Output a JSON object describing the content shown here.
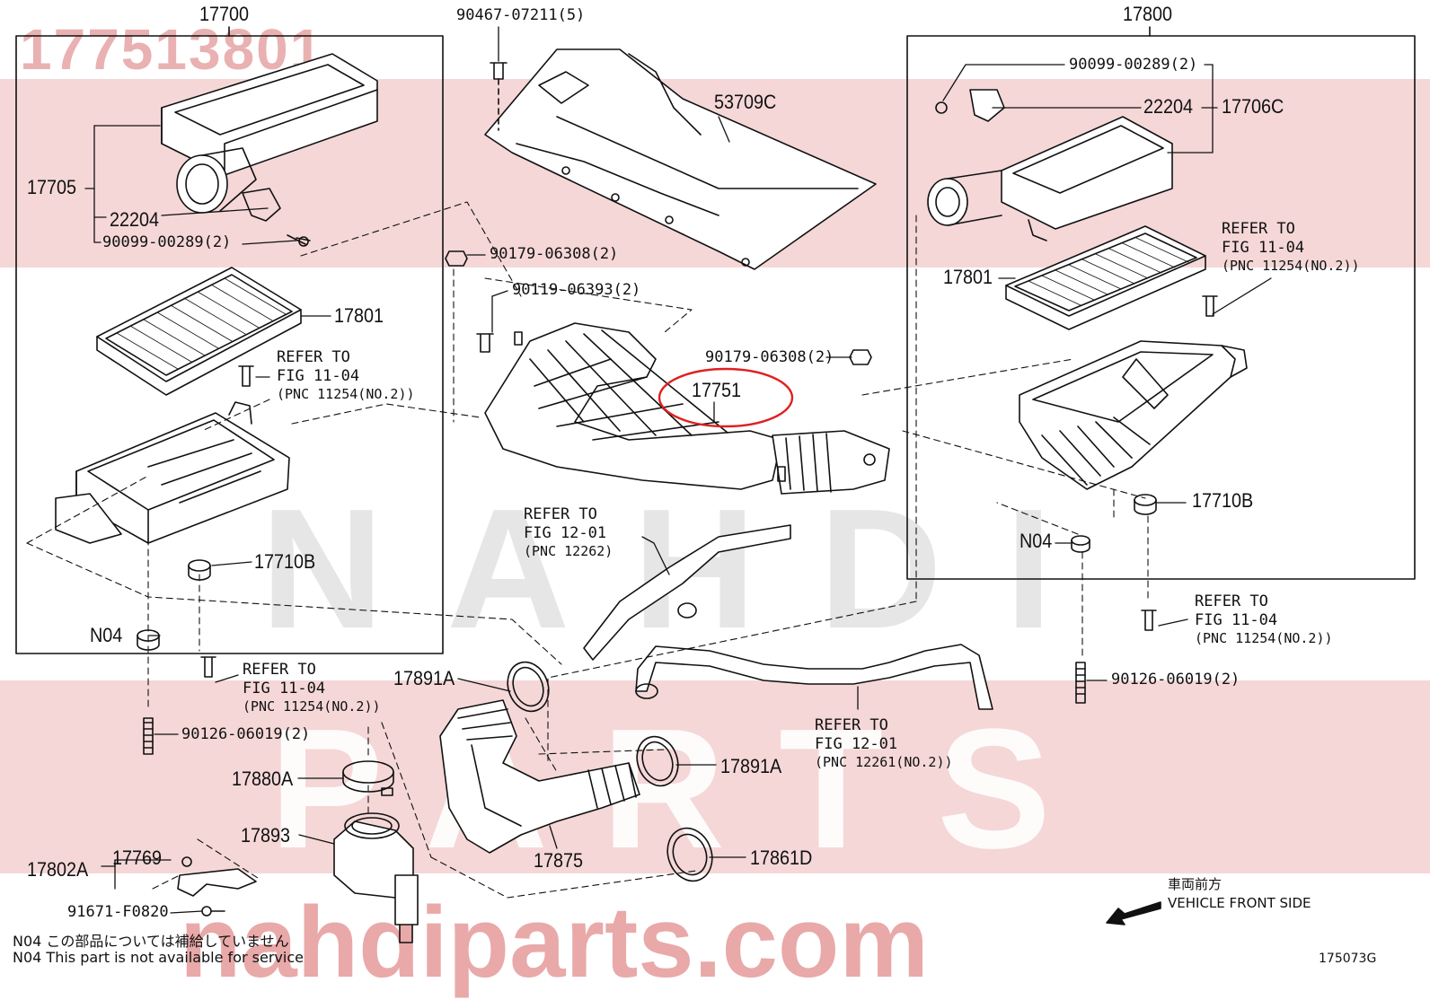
{
  "watermark": {
    "part_number": "177513801",
    "brand_line1": "NAHDI",
    "brand_line2": "PARTS",
    "site": "nahdiparts.com",
    "color": "#e9b1b1"
  },
  "groups": {
    "left": "17700",
    "right": "17800"
  },
  "labels": {
    "p90467": "90467-07211(5)",
    "p53709c": "53709C",
    "p17705": "17705",
    "p22204_left": "22204",
    "p90099_left": "90099-00289(2)",
    "p90179_a": "90179-06308(2)",
    "p90119": "90119-06393(2)",
    "p90179_b": "90179-06308(2)",
    "p17801_left": "17801",
    "p17751": "17751",
    "p90099_right": "90099-00289(2)",
    "p22204_right": "22204",
    "p17706c": "17706C",
    "p17801_right": "17801",
    "p17710b_left": "17710B",
    "p17710b_right": "17710B",
    "p_n04_left": "N04",
    "p_n04_right": "N04",
    "p90126_left": "90126-06019(2)",
    "p90126_right": "90126-06019(2)",
    "p17891a_top": "17891A",
    "p17891a_bot": "17891A",
    "p17880a": "17880A",
    "p17893": "17893",
    "p17875": "17875",
    "p17861d": "17861D",
    "p17802a": "17802A",
    "p17769": "17769",
    "p91671": "91671-F0820"
  },
  "refers": {
    "r1": {
      "line1": "REFER TO",
      "line2": "FIG 11-04",
      "line3": "(PNC 11254(NO.2))"
    },
    "r2": {
      "line1": "REFER TO",
      "line2": "FIG 11-04",
      "line3": "(PNC 11254(NO.2))"
    },
    "r3": {
      "line1": "REFER TO",
      "line2": "FIG 11-04",
      "line3": "(PNC 11254(NO.2))"
    },
    "r4": {
      "line1": "REFER TO",
      "line2": "FIG 11-04",
      "line3": "(PNC 11254(NO.2))"
    },
    "r5": {
      "line1": "REFER TO",
      "line2": "FIG 12-01",
      "line3": "(PNC 12262)"
    },
    "r6": {
      "line1": "REFER TO",
      "line2": "FIG 12-01",
      "line3": "(PNC 12261(NO.2))"
    }
  },
  "direction": {
    "jp": "車両前方",
    "en": "VEHICLE FRONT SIDE"
  },
  "notes": {
    "jp": "N04  この部品については補給していません",
    "en": "N04  This part is not available for service"
  },
  "figure_code": "175073G",
  "highlight_color": "#e02020"
}
